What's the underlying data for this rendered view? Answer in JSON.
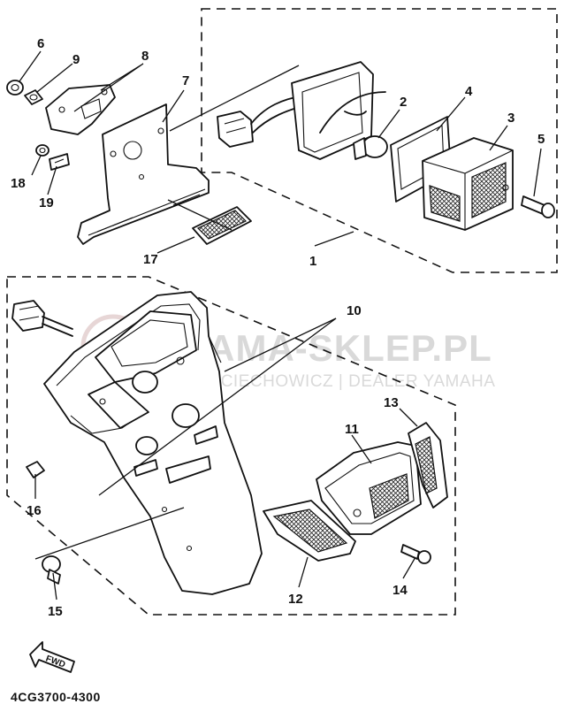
{
  "diagram": {
    "code": "4CG3700-4300",
    "callouts": [
      "1",
      "2",
      "3",
      "4",
      "5",
      "6",
      "7",
      "8",
      "9",
      "10",
      "11",
      "12",
      "13",
      "14",
      "15",
      "16",
      "17",
      "18",
      "19"
    ],
    "direction_label": "FWD"
  },
  "watermark": {
    "main": "YAMA-SKLEP.PL",
    "sub": "WOJCIECHOWICZ | DEALER YAMAHA"
  }
}
